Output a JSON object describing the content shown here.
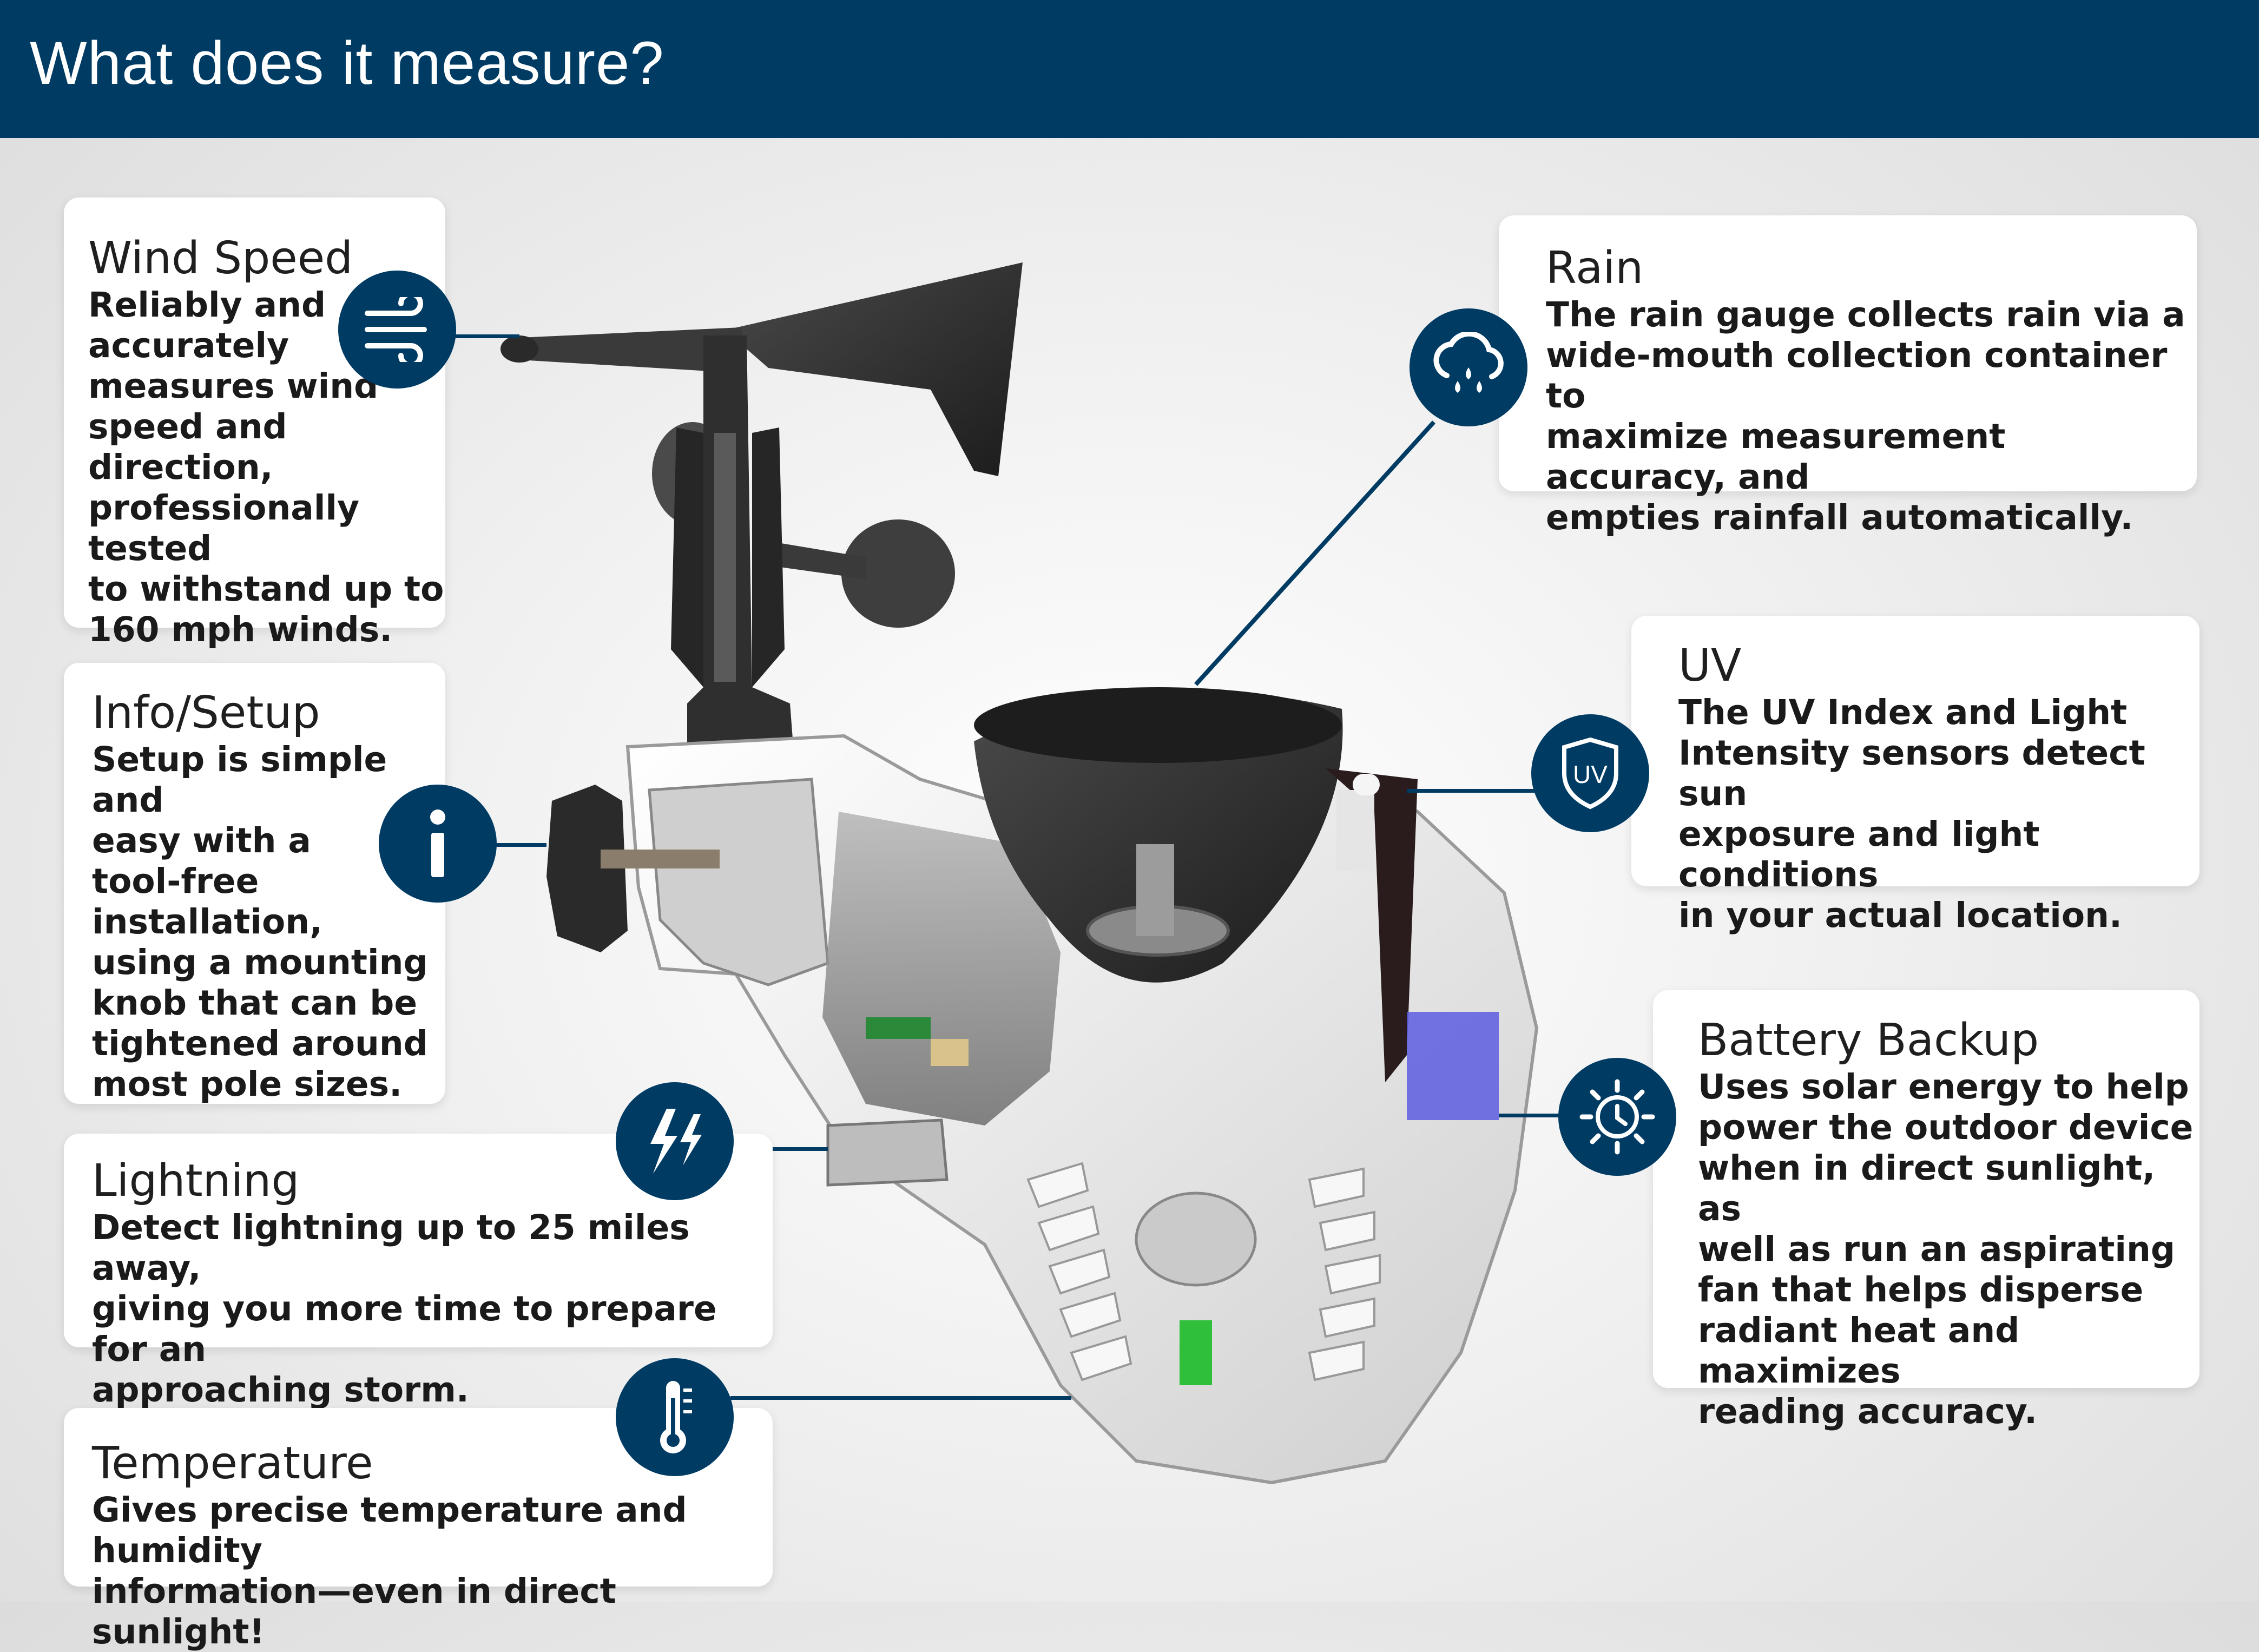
{
  "header": {
    "title": "What does it measure?"
  },
  "features": {
    "wind_speed": {
      "title": "Wind Speed",
      "text": "Reliably and\naccurately\nmeasures wind\nspeed and direction,\nprofessionally tested\nto withstand up to\n160 mph winds.",
      "icon": "wind-icon"
    },
    "info_setup": {
      "title": "Info/Setup",
      "text": "Setup is simple and\neasy with a\ntool-free\ninstallation,\nusing a mounting\nknob that can be\ntightened around\nmost pole sizes.",
      "icon": "info-icon"
    },
    "lightning": {
      "title": "Lightning",
      "text": "Detect lightning up to 25 miles away,\ngiving you more time to prepare for an\napproaching storm.",
      "icon": "lightning-icon"
    },
    "temperature": {
      "title": "Temperature",
      "text": "Gives precise temperature and humidity\ninformation—even in direct sunlight!",
      "icon": "thermometer-icon"
    },
    "rain": {
      "title": "Rain",
      "text": "The rain gauge collects rain via a\nwide-mouth collection container to\nmaximize measurement accuracy, and\nempties rainfall automatically.",
      "icon": "rain-cloud-icon"
    },
    "uv": {
      "title": "UV",
      "text": "The UV Index and Light\nIntensity sensors detect sun\nexposure and light conditions\nin your actual location.",
      "icon": "uv-shield-icon",
      "icon_label": "UV"
    },
    "battery_backup": {
      "title": "Battery Backup",
      "text": "Uses solar energy to help\npower the outdoor device\nwhen in direct sunlight, as\nwell as run an aspirating\nfan that helps disperse\nradiant heat and maximizes\nreading accuracy.",
      "icon": "sun-clock-icon"
    }
  },
  "colors": {
    "brand_navy": "#003b63",
    "card_bg": "#ffffff",
    "device_dark": "#2a2a2a",
    "device_light": "#f2f2f2"
  }
}
